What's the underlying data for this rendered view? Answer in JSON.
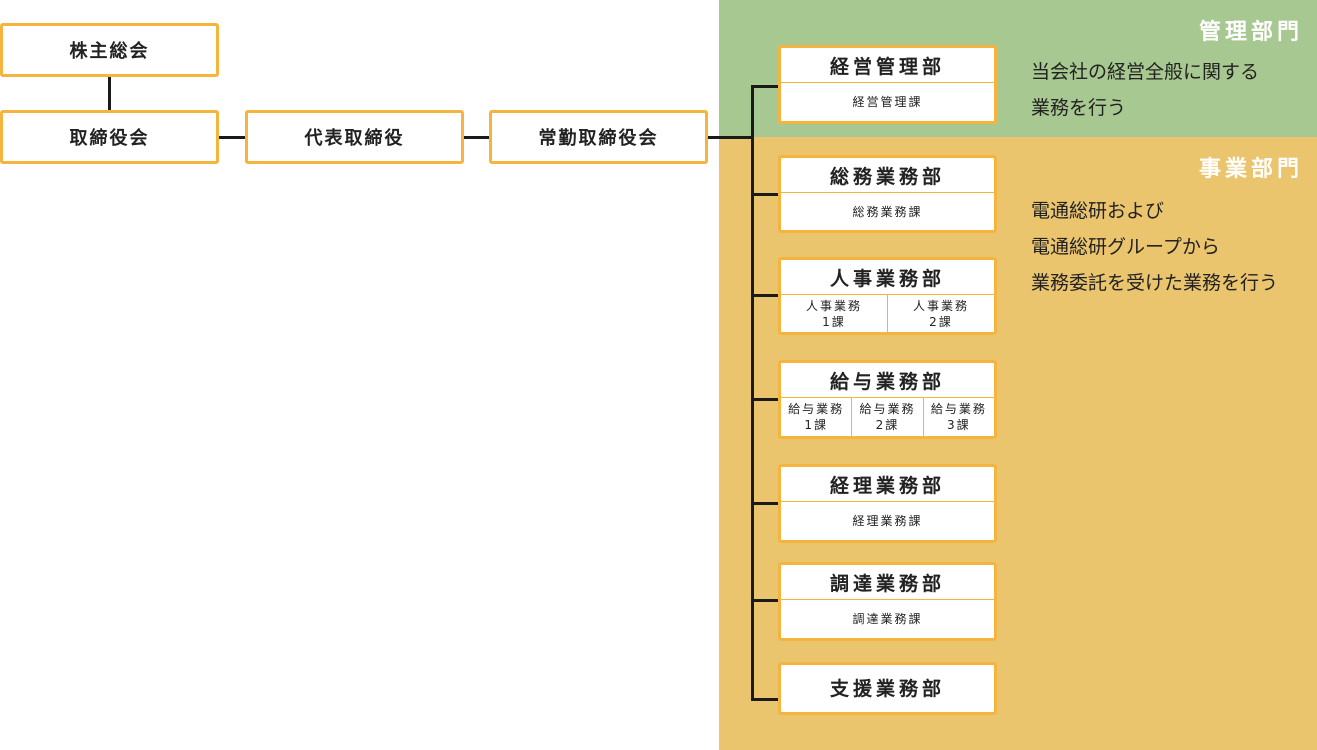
{
  "top_chain": {
    "shareholders": "株主総会",
    "board": "取締役会",
    "ceo": "代表取締役",
    "managing_board": "常勤取締役会"
  },
  "admin_division": {
    "title": "管理部門",
    "description": [
      "当会社の経営全般に関する",
      "業務を行う"
    ],
    "color": "#a8c891"
  },
  "ops_division": {
    "title": "事業部門",
    "description": [
      "電通総研および",
      "電通総研グループから",
      "業務委託を受けた業務を行う"
    ],
    "color": "#ebc46e"
  },
  "departments": [
    {
      "name": "経営管理部",
      "sections": [
        "経営管理課"
      ]
    },
    {
      "name": "総務業務部",
      "sections": [
        "総務業務課"
      ]
    },
    {
      "name": "人事業務部",
      "sections": [
        "人事業務\n1課",
        "人事業務\n2課"
      ]
    },
    {
      "name": "給与業務部",
      "sections": [
        "給与業務\n1課",
        "給与業務\n2課",
        "給与業務\n3課"
      ]
    },
    {
      "name": "経理業務部",
      "sections": [
        "経理業務課"
      ]
    },
    {
      "name": "調達業務部",
      "sections": [
        "調達業務課"
      ]
    },
    {
      "name": "支援業務部",
      "sections": []
    }
  ],
  "colors": {
    "box_border": "#f5b43d",
    "connector": "#1a1a1a"
  }
}
